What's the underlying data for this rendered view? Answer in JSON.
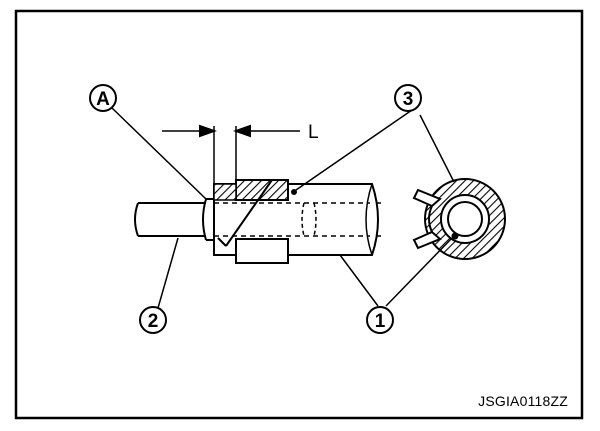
{
  "diagram": {
    "callouts": {
      "a": "A",
      "one": "1",
      "two": "2",
      "three": "3"
    },
    "dimension_label": "L",
    "figure_code": "JSGIA0118ZZ"
  }
}
